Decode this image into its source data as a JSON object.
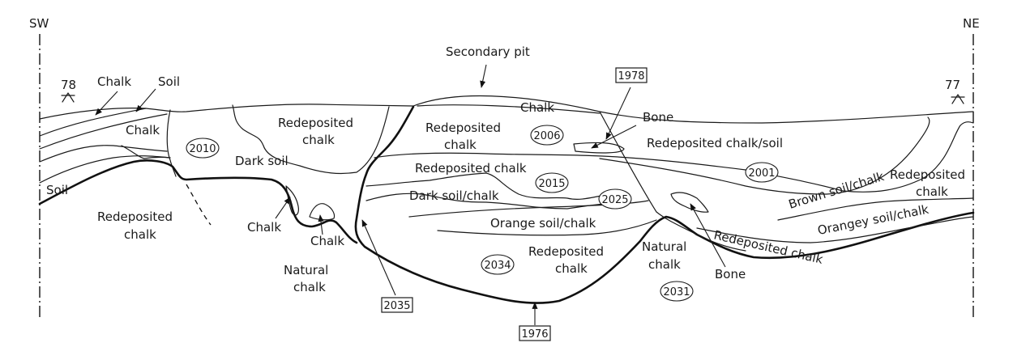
{
  "orientation": {
    "left": "SW",
    "right": "NE"
  },
  "section_points": {
    "left": "78",
    "right": "77"
  },
  "labels": {
    "secondary_pit": "Secondary pit",
    "chalk_top": "Chalk",
    "soil_top": "Soil",
    "chalk_left": "Chalk",
    "chalk_mid_top": "Chalk",
    "soil_left": "Soil",
    "redep_chalk_left_1": "Redeposited",
    "redep_chalk_left_2": "chalk",
    "dark_soil": "Dark soil",
    "redep_chalk_pit_1": "Redeposited",
    "redep_chalk_pit_2": "chalk",
    "chalk_small_1": "Chalk",
    "chalk_small_2": "Chalk",
    "natural_chalk_left_1": "Natural",
    "natural_chalk_left_2": "chalk",
    "redep_chalk_2006_1": "Redeposited",
    "redep_chalk_2006_2": "chalk",
    "redep_chalk_2015": "Redeposited chalk",
    "dark_soil_chalk": "Dark soil/chalk",
    "orange_soil_chalk": "Orange soil/chalk",
    "redep_chalk_2034_1": "Redeposited",
    "redep_chalk_2034_2": "chalk",
    "bone_top": "Bone",
    "redep_chalk_soil": "Redeposited chalk/soil",
    "brown_soil_chalk": "Brown soil/chalk",
    "redep_chalk_right_1": "Redeposited",
    "redep_chalk_right_2": "chalk",
    "orangey_soil_chalk": "Orangey soil/chalk",
    "redep_chalk_lower": "Redeposited chalk",
    "natural_chalk_right_1": "Natural",
    "natural_chalk_right_2": "chalk",
    "bone_bottom": "Bone"
  },
  "context_numbers": {
    "c2010": "2010",
    "c2006": "2006",
    "c2001": "2001",
    "c2015": "2015",
    "c2025": "2025",
    "c2034": "2034",
    "c2031": "2031"
  },
  "cut_numbers": {
    "c1978": "1978",
    "c2035": "2035",
    "c1976": "1976"
  }
}
